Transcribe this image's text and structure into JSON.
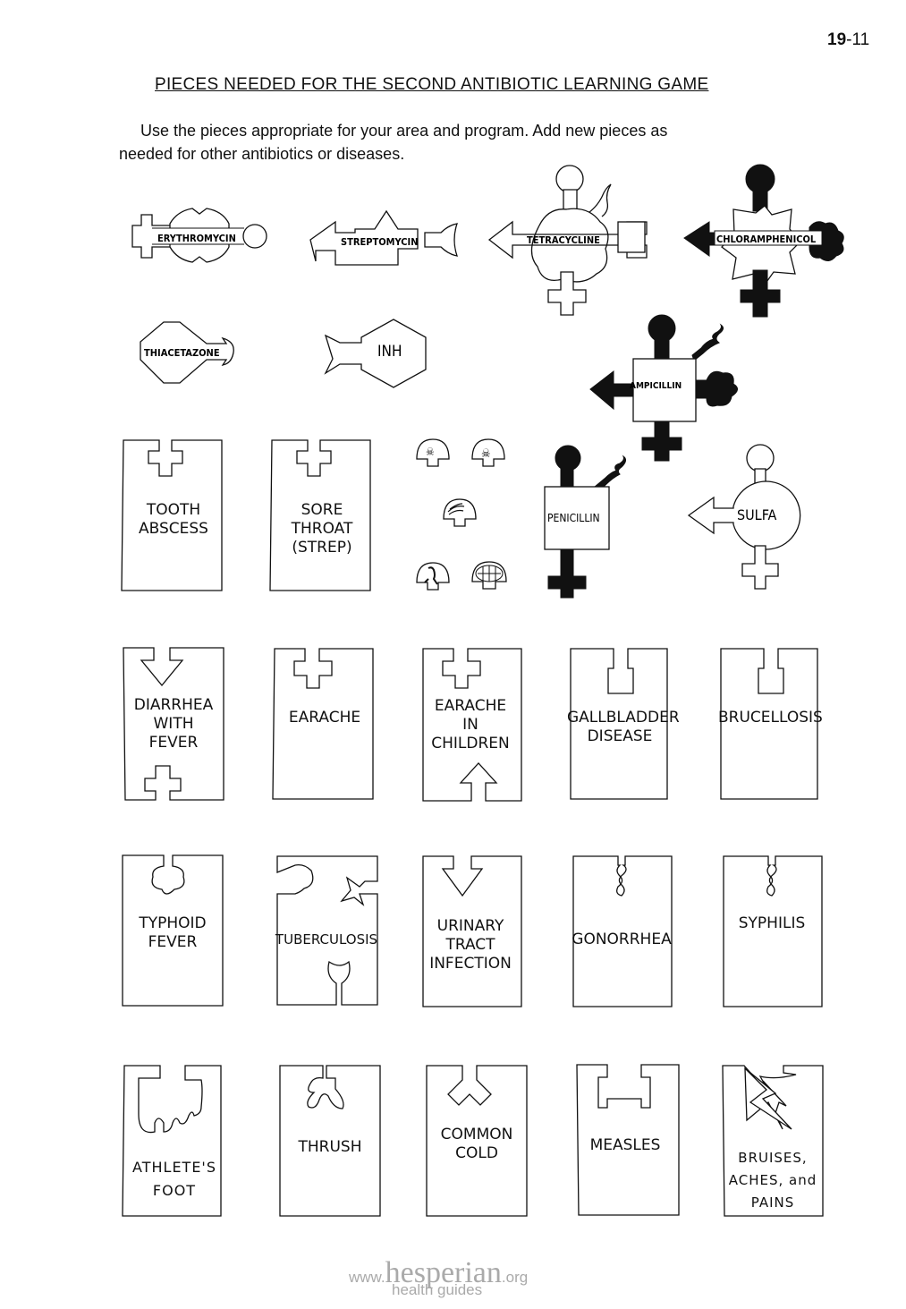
{
  "page": {
    "number_bold": "19",
    "number_rest": "-11",
    "title": "PIECES NEEDED FOR THE SECOND ANTIBIOTIC LEARNING GAME",
    "intro_line1": "Use the pieces appropriate for your area and program. Add new pieces as",
    "intro_line2": "needed for other antibiotics or diseases."
  },
  "antibiotics": [
    {
      "name": "ERYTHROMYCIN",
      "style": "outline"
    },
    {
      "name": "STREPTOMYCIN",
      "style": "outline"
    },
    {
      "name": "TETRACYCLINE",
      "style": "outline"
    },
    {
      "name": "CHLORAMPHENICOL",
      "style": "black"
    },
    {
      "name": "THIACETAZONE",
      "style": "outline"
    },
    {
      "name": "INH",
      "style": "outline"
    },
    {
      "name": "AMPICILLIN",
      "style": "black"
    },
    {
      "name": "PENICILLIN",
      "style": "black"
    },
    {
      "name": "SULFA",
      "style": "outline"
    }
  ],
  "risk_tokens": [
    {
      "icon": "skull-crossbones-icon"
    },
    {
      "icon": "skull-crossbones-icon"
    },
    {
      "icon": "rash-hand-icon"
    },
    {
      "icon": "sick-person-icon"
    },
    {
      "icon": "teeth-icon"
    }
  ],
  "diseases": {
    "tooth_abscess": [
      "TOOTH",
      "ABSCESS"
    ],
    "sore_throat": [
      "SORE",
      "THROAT",
      "(STREP)"
    ],
    "diarrhea": [
      "DIARRHEA",
      "WITH",
      "FEVER"
    ],
    "earache": [
      "EARACHE"
    ],
    "earache_children": [
      "EARACHE",
      "IN",
      "CHILDREN"
    ],
    "gallbladder": [
      "GALLBLADDER",
      "DISEASE"
    ],
    "brucellosis": [
      "BRUCELLOSIS"
    ],
    "typhoid": [
      "TYPHOID",
      "FEVER"
    ],
    "tuberculosis": [
      "TUBERCULOSIS"
    ],
    "uti": [
      "URINARY",
      "TRACT",
      "INFECTION"
    ],
    "gonorrhea": [
      "GONORRHEA"
    ],
    "syphilis": [
      "SYPHILIS"
    ],
    "athletes_foot": [
      "ATHLETE'S",
      "FOOT"
    ],
    "thrush": [
      "THRUSH"
    ],
    "common_cold": [
      "COMMON",
      "COLD"
    ],
    "measles": [
      "MEASLES"
    ],
    "bruises": [
      "BRUISES,",
      "ACHES, and",
      "PAINS"
    ]
  },
  "footer": {
    "www": "www.",
    "brand": "hesperian",
    "tld": ".org",
    "tagline": "health guides"
  }
}
